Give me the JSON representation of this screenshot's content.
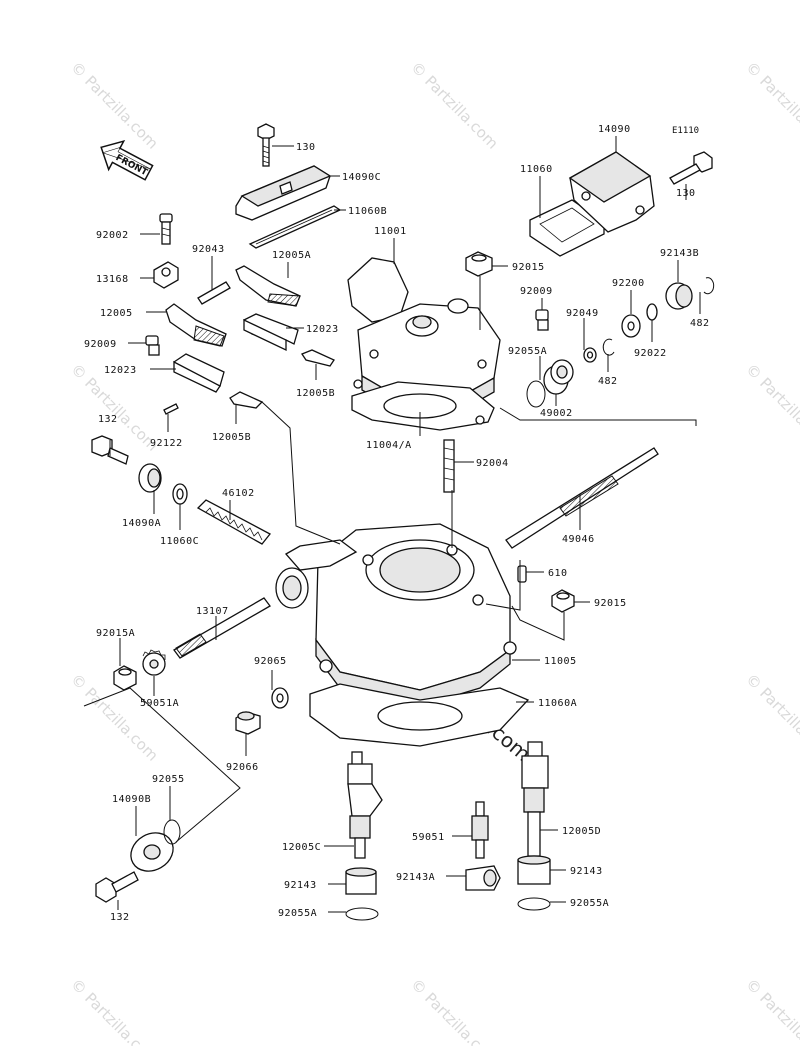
{
  "diagram_code": "E1110",
  "front_label": "FRONT",
  "watermark": {
    "text": "© Partzilla.com",
    "main_text": "Partzilla.com"
  },
  "labels": {
    "p130_top": "130",
    "p14090c": "14090C",
    "p11060b": "11060B",
    "p92002": "92002",
    "p92043": "92043",
    "p12005a": "12005A",
    "p13168": "13168",
    "p12005": "12005",
    "p12023_r": "12023",
    "p92009_l": "92009",
    "p12023_l": "12023",
    "p12005b_r": "12005B",
    "p92122": "92122",
    "p12005b_l": "12005B",
    "p132_top": "132",
    "p14090a": "14090A",
    "p11060c": "11060C",
    "p46102": "46102",
    "p11001": "11001",
    "p11060": "11060",
    "p14090": "14090",
    "p130_r": "130",
    "p92015_top": "92015",
    "p92009_r": "92009",
    "p92049": "92049",
    "p92200": "92200",
    "p92143b": "92143B",
    "p482_r": "482",
    "p92022": "92022",
    "p482_l": "482",
    "p92055a_top": "92055A",
    "p49002": "49002",
    "p11004a": "11004/A",
    "p92004": "92004",
    "p49046": "49046",
    "p610": "610",
    "p92015_mid": "92015",
    "p11005": "11005",
    "p11060a": "11060A",
    "p13107": "13107",
    "p92015a": "92015A",
    "p59051a": "59051A",
    "p92065": "92065",
    "p92066": "92066",
    "p92055": "92055",
    "p14090b": "14090B",
    "p132_bot": "132",
    "p12005c": "12005C",
    "p92143_l": "92143",
    "p92055a_l": "92055A",
    "p59051": "59051",
    "p92143a": "92143A",
    "p12005d": "12005D",
    "p92143_r": "92143",
    "p92055a_r": "92055A"
  }
}
